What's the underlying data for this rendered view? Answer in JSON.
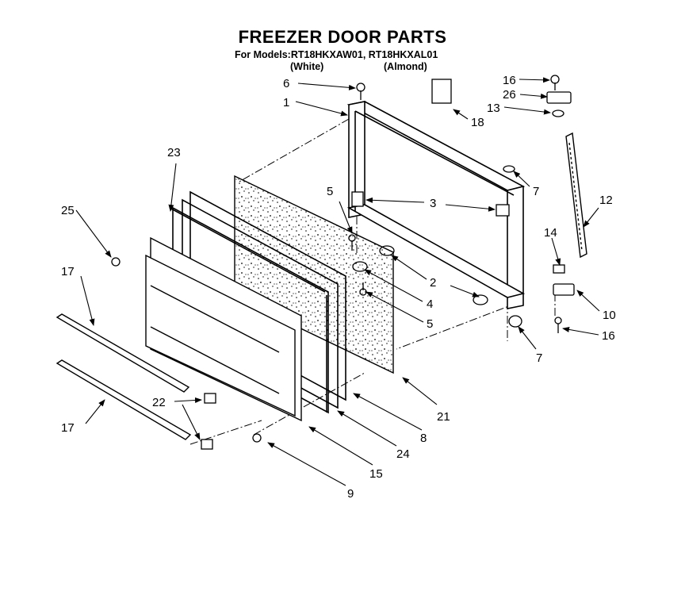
{
  "header": {
    "title": "FREEZER DOOR PARTS",
    "models_line": "For Models:RT18HKXAW01, RT18HKXAL01",
    "white_label": "(White)",
    "almond_label": "(Almond)"
  },
  "callouts": {
    "c1": "1",
    "c2": "2",
    "c3": "3",
    "c4": "4",
    "c5a": "5",
    "c5b": "5",
    "c6": "6",
    "c7a": "7",
    "c7b": "7",
    "c8": "8",
    "c9": "9",
    "c10": "10",
    "c12": "12",
    "c13": "13",
    "c14": "14",
    "c15": "15",
    "c16a": "16",
    "c16b": "16",
    "c17a": "17",
    "c17b": "17",
    "c18": "18",
    "c21": "21",
    "c22": "22",
    "c23": "23",
    "c24": "24",
    "c25": "25",
    "c26": "26"
  },
  "colors": {
    "line": "#000000",
    "background": "#ffffff"
  }
}
